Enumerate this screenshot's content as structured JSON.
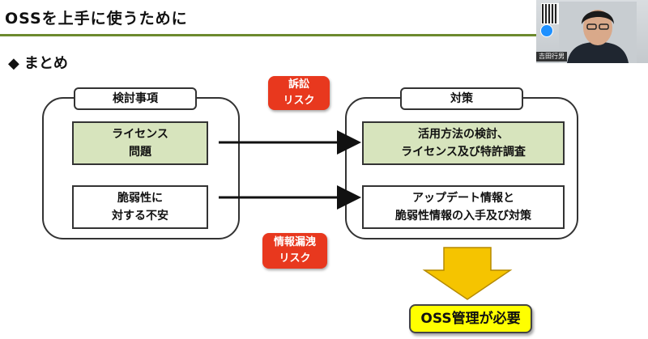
{
  "slide": {
    "title": "OSSを上手に使うために",
    "section_heading": "まとめ",
    "section_marker": "◆"
  },
  "considerations": {
    "label": "検討事項",
    "items": [
      {
        "text": "ライセンス\n問題",
        "style": "green"
      },
      {
        "text": "脆弱性に\n対する不安",
        "style": "white"
      }
    ]
  },
  "countermeasures": {
    "label": "対策",
    "items": [
      {
        "text": "活用方法の検討、\nライセンス及び特許調査",
        "style": "green"
      },
      {
        "text": "アップデート情報と\n脆弱性情報の入手及び対策",
        "style": "white"
      }
    ]
  },
  "risks": [
    {
      "text": "訴訟\nリスク"
    },
    {
      "text": "情報漏洩\nリスク"
    }
  ],
  "conclusion": "OSS管理が必要",
  "video": {
    "presenter_name": "吉田行男"
  },
  "colors": {
    "title_rule": "#6c8a2e",
    "green_box": "#d7e4bd",
    "callout_red": "#e8381e",
    "conclusion_yellow": "#ffff00",
    "arrow_yellow": "#f5c400"
  },
  "icons": {
    "section_marker": "diamond-icon",
    "arrows": "right-arrow-icon",
    "down_arrow": "down-arrow-icon"
  }
}
